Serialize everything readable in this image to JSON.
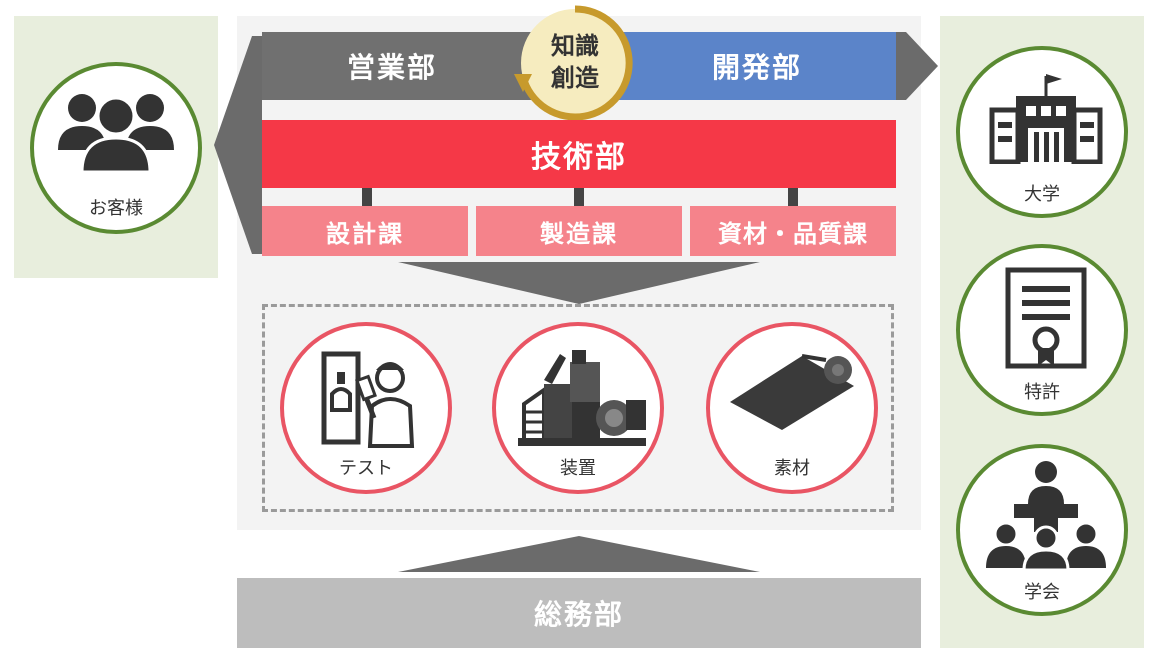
{
  "left": {
    "customer_label": "お客様"
  },
  "top": {
    "sales": "営業部",
    "development": "開発部",
    "knowledge": "知識\n創造"
  },
  "tech": {
    "title": "技術部",
    "sections": [
      "設計課",
      "製造課",
      "資材・品質課"
    ]
  },
  "outputs": [
    {
      "label": "テスト",
      "icon": "tester-icon"
    },
    {
      "label": "装置",
      "icon": "machine-icon"
    },
    {
      "label": "素材",
      "icon": "material-roll-icon"
    }
  ],
  "bottom": {
    "general_affairs": "総務部"
  },
  "right": [
    {
      "label": "大学",
      "icon": "university-icon"
    },
    {
      "label": "特許",
      "icon": "patent-certificate-icon"
    },
    {
      "label": "学会",
      "icon": "conference-icon"
    }
  ],
  "colors": {
    "sales": "#707070",
    "development": "#5b84c9",
    "tech": "#f53847",
    "section": "#f5838b",
    "general": "#bdbdbd",
    "green_panel": "#e8eedd",
    "green_ring": "#5a8a32",
    "red_ring": "#e95564",
    "gold_ring": "#c79a2c"
  }
}
